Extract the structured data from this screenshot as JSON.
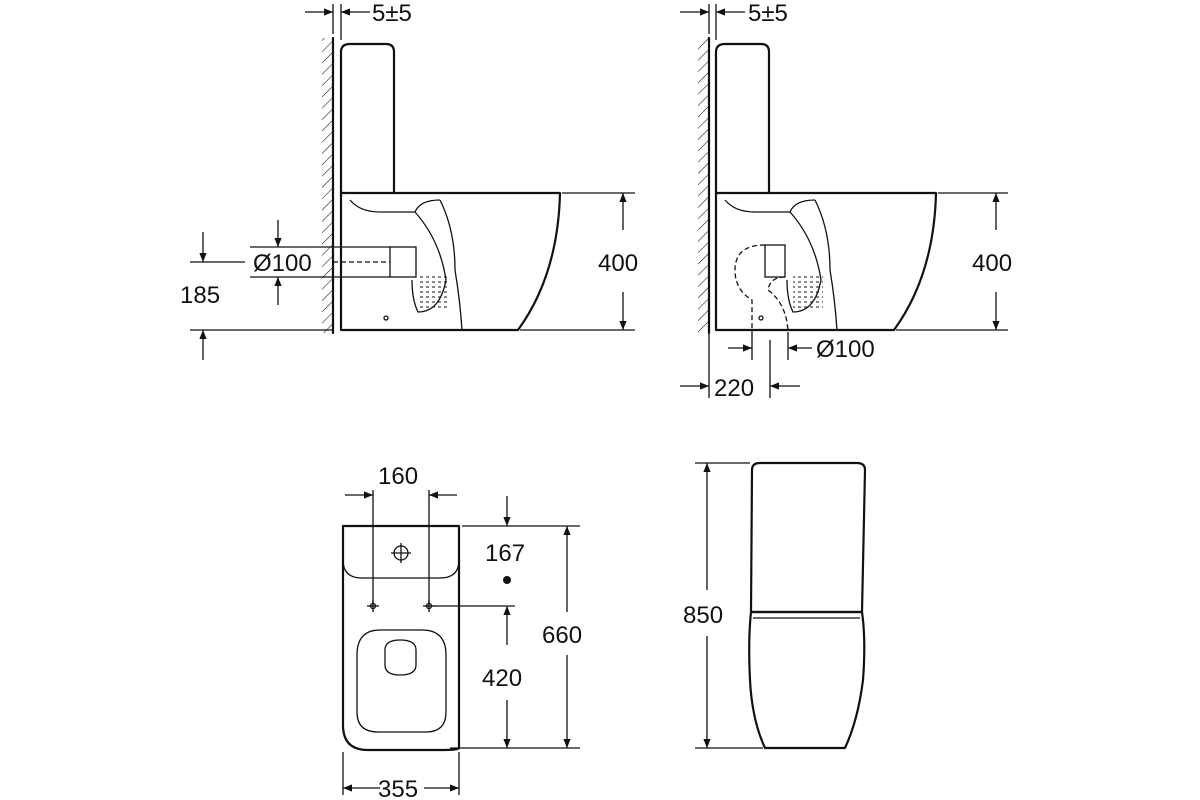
{
  "views": {
    "side_view_wall_outlet": {
      "wall_gap": "5±5",
      "outlet_diameter": "Ø100",
      "outlet_height": "185",
      "bowl_height": "400"
    },
    "side_view_floor_outlet": {
      "wall_gap": "5±5",
      "outlet_diameter": "Ø100",
      "outlet_offset": "220",
      "bowl_height": "400"
    },
    "top_view": {
      "hole_spacing": "160",
      "tank_depth": "167",
      "bowl_length": "420",
      "total_length": "660",
      "total_width": "355"
    },
    "front_view": {
      "total_height": "850"
    }
  }
}
